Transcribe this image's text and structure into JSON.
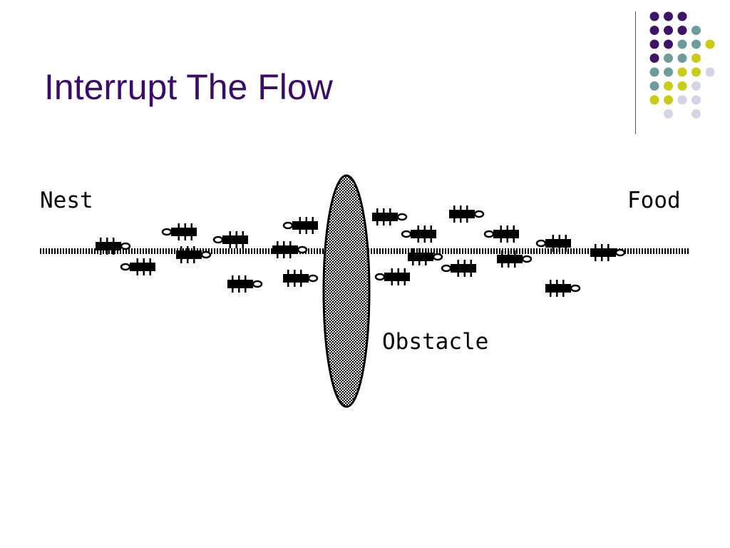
{
  "slide": {
    "title": "Interrupt The Flow"
  },
  "colors": {
    "title": "#3a0b6b",
    "dot_purple": "#3d1466",
    "dot_teal": "#6e9b9b",
    "dot_yellow": "#c9cc14",
    "dot_lavender": "#d4d4e6",
    "divider": "#555555",
    "ink": "#000000"
  },
  "decoration": {
    "dot_grid": [
      [
        "purple",
        "purple",
        "purple",
        "",
        "",
        ""
      ],
      [
        "purple",
        "purple",
        "purple",
        "teal",
        "",
        ""
      ],
      [
        "purple",
        "purple",
        "teal",
        "teal",
        "yellow",
        ""
      ],
      [
        "purple",
        "teal",
        "teal",
        "yellow",
        "",
        ""
      ],
      [
        "teal",
        "teal",
        "yellow",
        "yellow",
        "lavender",
        ""
      ],
      [
        "teal",
        "yellow",
        "yellow",
        "lavender",
        "",
        ""
      ],
      [
        "yellow",
        "yellow",
        "lavender",
        "lavender",
        "",
        ""
      ],
      [
        "",
        "lavender",
        "",
        "lavender",
        "",
        ""
      ]
    ]
  },
  "diagram": {
    "nest_label": "Nest",
    "food_label": "Food",
    "obstacle_label": "Obstacle"
  }
}
